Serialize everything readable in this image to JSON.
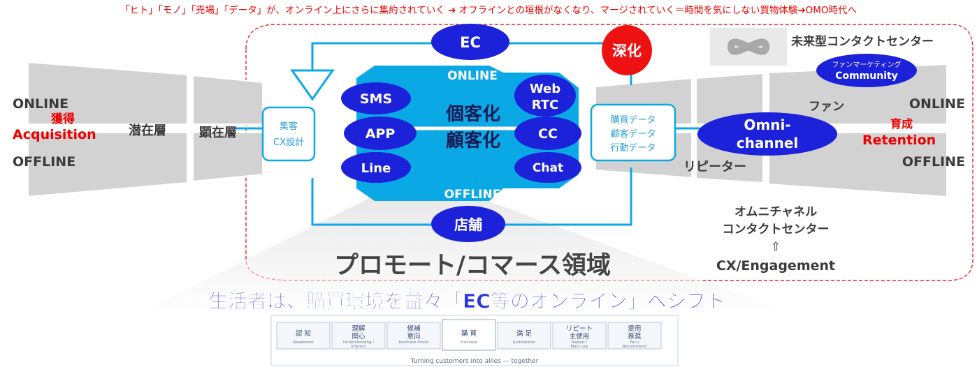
{
  "header": "「ヒト」「モノ」「売場」「データ」が、オンライン上にさらに集約されていく ➔ オフラインとの垣根がなくなり、マージされていく＝時間を気にしない買物体験➔OMO時代へ",
  "left": {
    "online": "ONLINE",
    "offline": "OFFLINE",
    "kakutoku": "獲得",
    "acquisition": "Acquisition",
    "senzai": "潜在層",
    "kenzai": "顕在層"
  },
  "cx_box": {
    "line1": "集客",
    "line2": "CX設計"
  },
  "center": {
    "online": "ONLINE",
    "offline": "OFFLINE",
    "kokyaku1": "個客化",
    "kokyaku2": "顧客化"
  },
  "bubbles": {
    "ec": "EC",
    "shinka": "深化",
    "sms": "SMS",
    "app": "APP",
    "line": "Line",
    "web": "Web",
    "rtc": "RTC",
    "cc": "CC",
    "chat": "Chat",
    "store": "店舗"
  },
  "data_box": {
    "line1": "購買データ",
    "line2": "顧客データ",
    "line3": "行動データ"
  },
  "right": {
    "future": "未来型コンタクトセンター",
    "fan_marketing": "ファンマーケティング",
    "community": "Community",
    "fan": "ファン",
    "omni1": "Omni-",
    "omni2": "channel",
    "repeater": "リピーター",
    "online": "ONLINE",
    "offline": "OFFLINE",
    "ikusei": "育成",
    "retention": "Retention",
    "omni_jp1": "オムニチャネル",
    "omni_jp2": "コンタクトセンター",
    "arrow": "⇧",
    "cx_engagement": "CX/Engagement"
  },
  "promote": "プロモート/コマース領域",
  "shift": "生活者は、購買環境を益々「EC等のオンライン」へシフト",
  "journey": {
    "stages": [
      {
        "jp": "認 知",
        "en": "Awareness"
      },
      {
        "jp": "理解\n関心",
        "en": "Understanding /\nInterest"
      },
      {
        "jp": "候補\n意向",
        "en": "Purchase intent"
      },
      {
        "jp": "購 買",
        "en": "Purchase"
      },
      {
        "jp": "満 足",
        "en": "Satisfaction"
      },
      {
        "jp": "リピート\n主使用",
        "en": "Repeat /\nMain use"
      },
      {
        "jp": "愛用\n推奨",
        "en": "Fan /\nRecommend"
      }
    ],
    "caption": "Turning customers into allies — together"
  },
  "colors": {
    "blue": "#1b22d9",
    "red": "#ee0000",
    "cyan": "#0ba8e6",
    "grey": "#d2d2d2",
    "dark": "#3b3b3b"
  }
}
